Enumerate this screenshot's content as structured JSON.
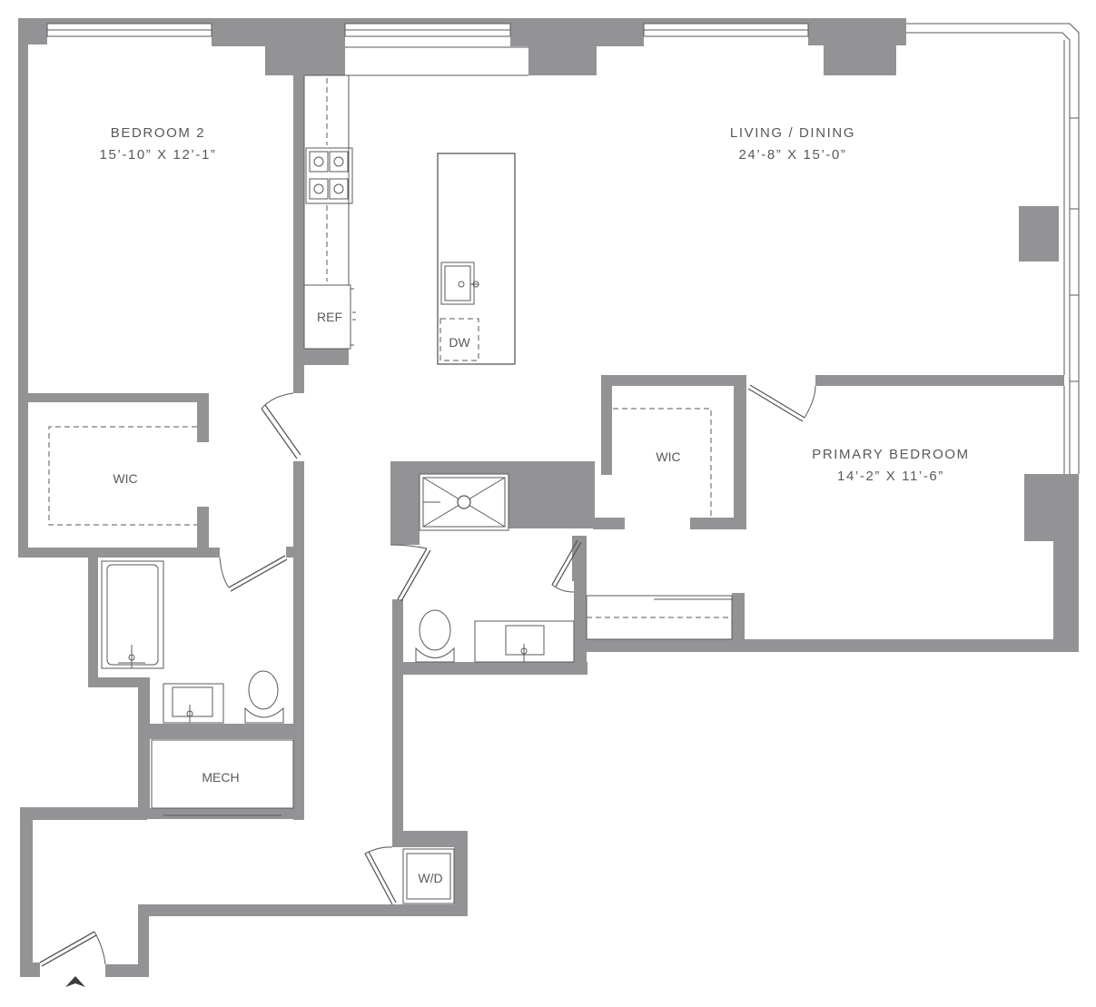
{
  "rooms": {
    "bedroom2": {
      "name": "BEDROOM 2",
      "size": "15’-10” X 12’-1”"
    },
    "living": {
      "name": "LIVING / DINING",
      "size": "24’-8” X 15’-0”"
    },
    "primary": {
      "name": "PRIMARY BEDROOM",
      "size": "14’-2” X 11’-6”"
    }
  },
  "labels": {
    "wic_bedroom2": "WIC",
    "wic_primary": "WIC",
    "ref": "REF",
    "dw": "DW",
    "mech": "MECH",
    "wd": "W/D"
  },
  "icons": {
    "entry": "entry-arrow-icon",
    "cooktop": "cooktop-burner-icon",
    "sink": "sink-icon",
    "toilet": "toilet-icon",
    "tub": "bathtub-icon",
    "shower": "shower-icon"
  },
  "colors": {
    "wall": "#939396",
    "line": "#58595b",
    "text": "#58595b"
  }
}
